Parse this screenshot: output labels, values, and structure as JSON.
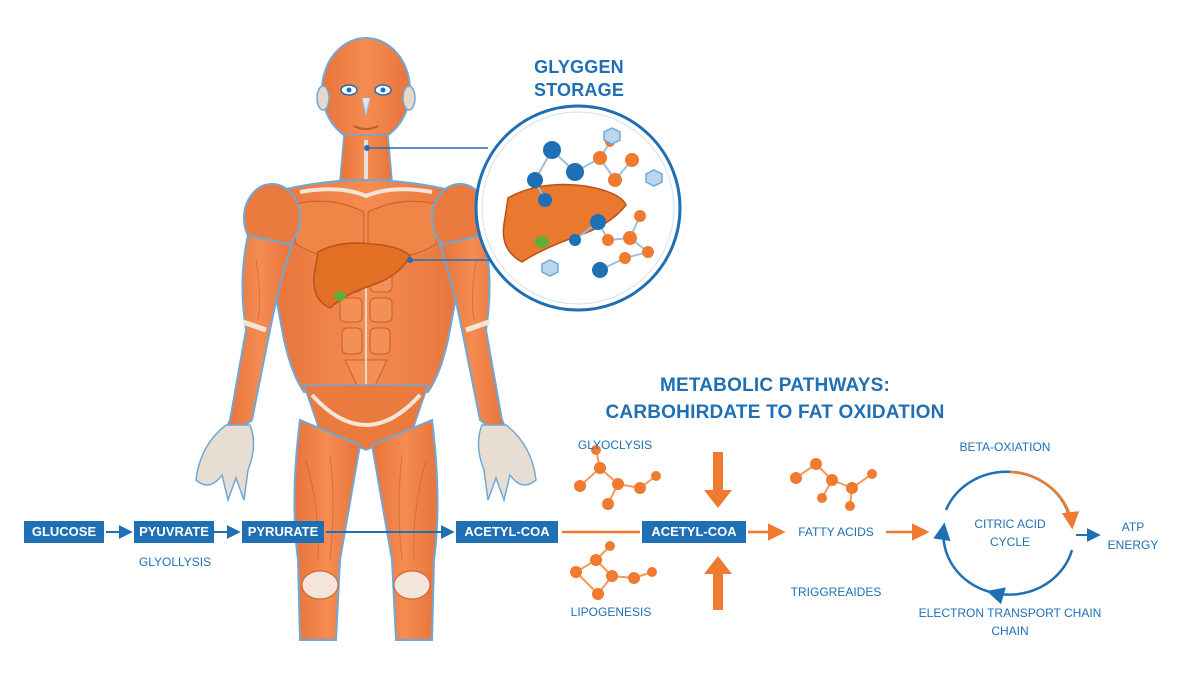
{
  "colors": {
    "blue": "#1f6fb5",
    "blue_dark": "#1c5c99",
    "orange": "#f07a30",
    "orange_light": "#f59a5a",
    "liver": "#e8792e",
    "green": "#5fae3a",
    "skin_outline": "#6fa8d6"
  },
  "glycogen": {
    "title_line1": "GLYGGEN",
    "title_line2": "STORAGE"
  },
  "pathways": {
    "title_line1": "METABOLIC PATHWAYS:",
    "title_line2": "CARBOHIRDATE TO FAT OXIDATION"
  },
  "flow": {
    "glucose": "GLUCOSE",
    "pyuvrate": "PYUVRATE",
    "pyrurate": "PYRURATE",
    "acetyl_coa_1": "ACETYL-COA",
    "acetyl_coa_2": "ACETYL-COA",
    "glyollysis": "GLYOLLYSIS",
    "glyoclysis": "GLYOCLYSIS",
    "lipogenesis": "LIPOGENESIS",
    "fatty_acids": "FATTY ACIDS",
    "triggreaides": "TRIGGREAIDES",
    "beta_oxiation": "BETA-OXIATION",
    "citric_acid_line1": "CITRIC ACID",
    "citric_acid_line2": "CYCLE",
    "atp_line1": "ATP",
    "atp_line2": "ENERGY",
    "etc_line1": "ELECTRON TRANSPORT CHAIN",
    "etc_line2": "CHAIN"
  }
}
